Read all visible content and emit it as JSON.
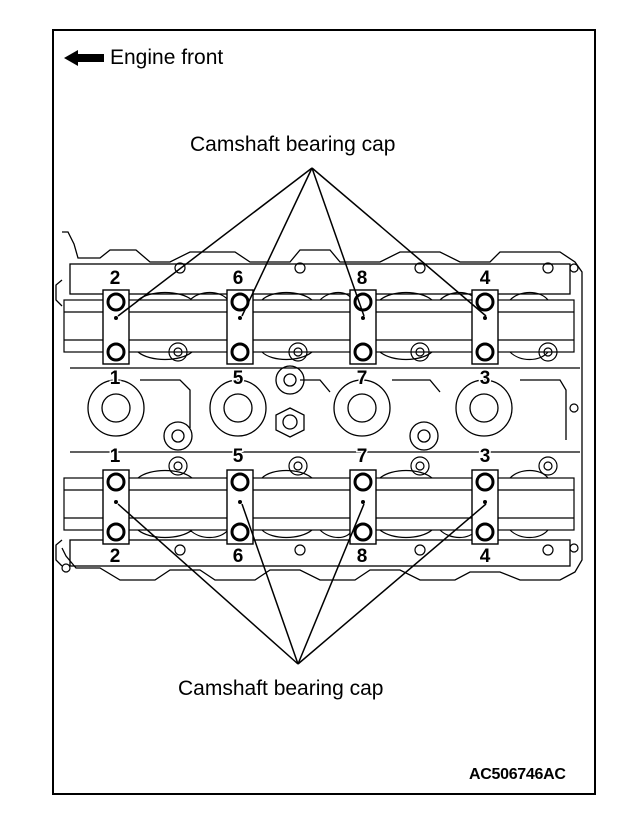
{
  "direction_label": "Engine front",
  "callouts": {
    "top": "Camshaft bearing cap",
    "bottom": "Camshaft bearing cap"
  },
  "figure_code": "AC506746AC",
  "cap_numbers": {
    "upper_row": [
      "2",
      "6",
      "8",
      "4"
    ],
    "upper_mid": [
      "1",
      "5",
      "7",
      "3"
    ],
    "lower_mid": [
      "1",
      "5",
      "7",
      "3"
    ],
    "lower_row": [
      "2",
      "6",
      "8",
      "4"
    ]
  }
}
